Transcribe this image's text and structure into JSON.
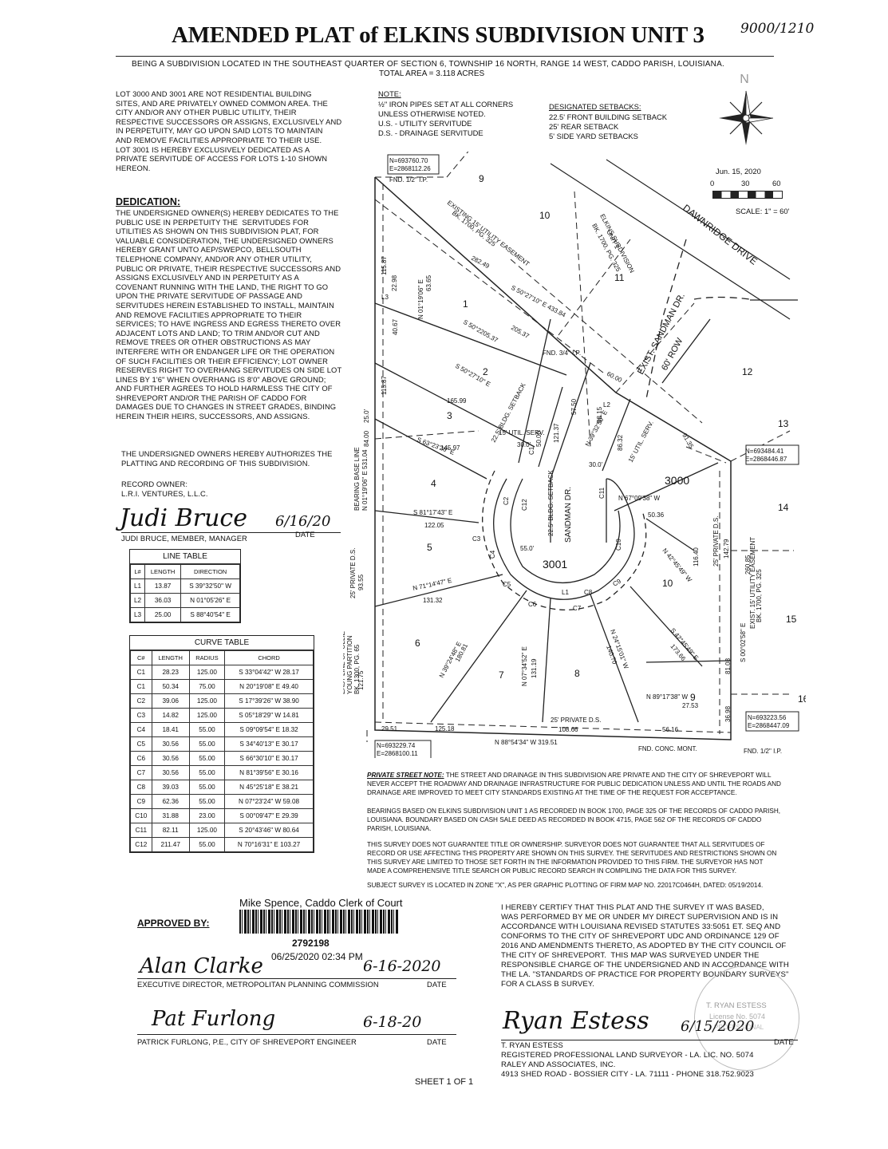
{
  "header": {
    "title": "AMENDED PLAT of ELKINS SUBDIVISION UNIT 3",
    "handwritten_ref": "9000/1210",
    "subtitle": "BEING A SUBDIVISION LOCATED IN THE SOUTHEAST QUARTER OF SECTION 6, TOWNSHIP 16 NORTH, RANGE 14 WEST, CADDO PARISH, LOUISIANA.",
    "total_area": "TOTAL AREA = 3.118 ACRES"
  },
  "lot_note": "LOT 3000 AND 3001 ARE NOT RESIDENTIAL BUILDING\nSITES, AND ARE PRIVATELY OWNED COMMON AREA. THE\nCITY AND/OR ANY OTHER PUBLIC UTILITY, THEIR\nRESPECTIVE SUCCESSORS OR ASSIGNS, EXCLUSIVELY AND\nIN PERPETUITY, MAY GO UPON SAID LOTS TO MAINTAIN\nAND REMOVE FACILITIES APPROPRIATE TO THEIR USE.\nLOT 3001 IS HEREBY EXCLUSIVELY DEDICATED AS A\nPRIVATE SERVITUDE OF ACCESS FOR LOTS 1-10 SHOWN\nHEREON.",
  "dedication": {
    "heading": "DEDICATION:",
    "body": "THE UNDERSIGNED OWNER(S) HEREBY DEDICATES TO THE\nPUBLIC USE IN PERPETUITY THE  SERVITUDES FOR\nUTILITIES AS SHOWN ON THIS SUBDIVISION PLAT, FOR\nVALUABLE CONSIDERATION, THE UNDERSIGNED OWNERS\nHEREBY GRANT UNTO AEP/SWEPCO, BELLSOUTH\nTELEPHONE COMPANY, AND/OR ANY OTHER UTILITY,\nPUBLIC OR PRIVATE, THEIR RESPECTIVE SUCCESSORS AND\nASSIGNS EXCLUSIVELY AND IN PERPETUITY AS A\nCOVENANT RUNNING WITH THE LAND, THE RIGHT TO GO\nUPON THE PRIVATE SERVITUDE OF PASSAGE AND\nSERVITUDES HEREIN ESTABLISHED TO INSTALL, MAINTAIN\nAND REMOVE FACILITIES APPROPRIATE TO THEIR\nSERVICES; TO HAVE INGRESS AND EGRESS THERETO OVER\nADJACENT LOTS AND LAND; TO TRIM AND/OR CUT AND\nREMOVE TREES OR OTHER OBSTRUCTIONS AS MAY\nINTERFERE WITH OR ENDANGER LIFE OR THE OPERATION\nOF SUCH FACILITIES OR THEIR EFFICIENCY; LOT OWNER\nRESERVES RIGHT TO OVERHANG SERVITUDES ON SIDE LOT\nLINES BY 1'6\" WHEN OVERHANG IS 8'0\" ABOVE GROUND;\nAND FURTHER AGREES TO HOLD HARMLESS THE CITY OF\nSHREVEPORT AND/OR THE PARISH OF CADDO FOR\nDAMAGES DUE TO CHANGES IN STREET GRADES, BINDING\nHEREIN THEIR HEIRS, SUCCESSORS, AND ASSIGNS.",
    "authorize": "THE UNDERSIGNED OWNERS HEREBY AUTHORIZES THE\nPLATTING AND RECORDING OF THIS SUBDIVISION.",
    "record_owner": "RECORD OWNER:\nL.R.I. VENTURES, L.L.C.",
    "signature": "Judi Bruce",
    "sig_date": "6/16/20",
    "signer": "JUDI BRUCE, MEMBER, MANAGER",
    "date_label": "DATE"
  },
  "note": {
    "heading": "NOTE:",
    "body": "½\" IRON PIPES SET AT ALL CORNERS\nUNLESS OTHERWISE NOTED.\nU.S. - UTILITY SERVITUDE\nD.S. - DRAINAGE SERVITUDE"
  },
  "setbacks": {
    "heading": "DESIGNATED SETBACKS:",
    "body": "22.5' FRONT BUILDING SETBACK\n25' REAR SETBACK\n5' SIDE YARD SETBACKS"
  },
  "compass": {
    "north": "N"
  },
  "scale": {
    "date": "Jun. 15, 2020",
    "ticks": [
      "0",
      "30",
      "60"
    ],
    "label": "SCALE: 1\" = 60'"
  },
  "line_table": {
    "caption": "LINE TABLE",
    "headers": [
      "L#",
      "LENGTH",
      "DIRECTION"
    ],
    "rows": [
      [
        "L1",
        "13.87",
        "S 39°32'50\" W"
      ],
      [
        "L2",
        "36.03",
        "N 01°05'26\" E"
      ],
      [
        "L3",
        "25.00",
        "S 88°40'54\" E"
      ]
    ]
  },
  "curve_table": {
    "caption": "CURVE TABLE",
    "headers": [
      "C#",
      "LENGTH",
      "RADIUS",
      "CHORD"
    ],
    "rows": [
      [
        "C1",
        "28.23",
        "125.00",
        "S 33°04'42\" W 28.17"
      ],
      [
        "C1",
        "50.34",
        "75.00",
        "N 20°19'08\" E 49.40"
      ],
      [
        "C2",
        "39.06",
        "125.00",
        "S 17°39'26\" W 38.90"
      ],
      [
        "C3",
        "14.82",
        "125.00",
        "S 05°18'29\" W 14.81"
      ],
      [
        "C4",
        "18.41",
        "55.00",
        "S 09°09'54\" E 18.32"
      ],
      [
        "C5",
        "30.56",
        "55.00",
        "S 34°40'13\" E 30.17"
      ],
      [
        "C6",
        "30.56",
        "55.00",
        "S 66°30'10\" E 30.17"
      ],
      [
        "C7",
        "30.56",
        "55.00",
        "N 81°39'56\" E 30.16"
      ],
      [
        "C8",
        "39.03",
        "55.00",
        "N 45°25'18\" E 38.21"
      ],
      [
        "C9",
        "62.36",
        "55.00",
        "N 07°23'24\" W 59.08"
      ],
      [
        "C10",
        "31.88",
        "23.00",
        "S 00°09'47\" E 29.39"
      ],
      [
        "C11",
        "82.11",
        "125.00",
        "S 20°43'46\" W 80.64"
      ],
      [
        "C12",
        "211.47",
        "55.00",
        "N 70°16'31\" E 103.27"
      ]
    ]
  },
  "plat": {
    "lots": [
      "1",
      "2",
      "3",
      "4",
      "5",
      "6",
      "7",
      "8",
      "9",
      "10",
      "3000",
      "3001",
      "9",
      "10",
      "11",
      "12",
      "13",
      "14",
      "15",
      "16"
    ],
    "roads": [
      "DAWNRIDGE DRIVE",
      "EXIST. SANDMAN DR.",
      "60' ROW",
      "SANDMAN DR."
    ],
    "labels": [
      "N=693760.70",
      "E=2868112.26",
      "FND. 1/2\" I.P.",
      "EXISTING 15' UTILITY EASEMENT",
      "BK. 1700, PG. 325",
      "ELKINS SUBDIVISION",
      "UNIT 1",
      "BK. 1700, PG. 325",
      "282.49",
      "S 50°27'10\" E 433.84",
      "FND. 3/4\" I.P.",
      "S 50°2205.37",
      "205.37",
      "S 50°27'10\" E",
      "165.99",
      "N 01°19'06\" E",
      "63.65",
      "115.87",
      "22.98",
      "L3",
      "40.67",
      "115.87",
      "22.5' BLDG. SETBACK",
      "57.50",
      "60.00",
      "121.37",
      "N 39°32'50\" E",
      "88.15",
      "50.00",
      "30.0'",
      "30.0'",
      "86.32",
      "15' UTIL. SERV.",
      "91.35",
      "S 63°23'26\" E",
      "145.97",
      "15' UTIL. SERV.",
      "BEARING BASE LINE",
      "N 01°19'06\" E 531.04",
      "84.00",
      "25.0'",
      "S 81°17'43\" E",
      "122.05",
      "N 67°09'38\" W",
      "50.36",
      "N=693484.41",
      "E=2868446.87",
      "55.0'",
      "N 71°14'47\" E",
      "131.32",
      "N 42°45'49\" W",
      "116.40",
      "25' PRIVATE D.S.",
      "142.79",
      "260.85",
      "EXIST. 15' UTILITY EASEMENT",
      "BK. 1700, PG. 325",
      "S 00°02'58\" E",
      "25' PRIVATE D.S.",
      "93.55",
      "121.75",
      "EAST LINE OF OLLIE",
      "YOUNG PARTITION",
      "BK. 1300, PG. 65",
      "N 39°24'48\" E",
      "180.81",
      "N 07°34'52\" E",
      "131.19",
      "N 24°15'01\" W",
      "140.70",
      "S 42°45'49\" E",
      "173.66",
      "N 89°17'38\" W",
      "27.53",
      "81.08",
      "36.98",
      "29.51",
      "125.18",
      "25' PRIVATE D.S.",
      "108.66",
      "56.16",
      "N 88°54'34\" W 319.51",
      "N=693229.74",
      "E=2868100.11",
      "FND. CONC. MONT.",
      "N=693223.56",
      "E=2868447.09",
      "FND. 1/2\" I.P.",
      "C1",
      "C2",
      "C3",
      "C4",
      "C5",
      "C6",
      "C7",
      "C8",
      "C9",
      "C10",
      "C11",
      "C12",
      "L1",
      "L2",
      "22.5' BLDG. SETBACK"
    ]
  },
  "private_street": {
    "heading": "PRIVATE STREET NOTE:",
    "body": " THE STREET AND DRAINAGE IN THIS SUBDIVISION ARE PRIVATE AND THE CITY OF SHREVEPORT WILL\nNEVER ACCEPT THE ROADWAY AND DRAINAGE INFRASTRUCTURE FOR PUBLIC DEDICATION UNLESS AND UNTIL THE ROADS AND\nDRAINAGE ARE IMPROVED TO MEET CITY STANDARDS EXISTING AT THE TIME OF THE REQUEST FOR ACCEPTANCE."
  },
  "bearings_note": "BEARINGS BASED ON ELKINS SUBDIVISION UNIT 1 AS RECORDED IN BOOK 1700, PAGE 325 OF THE RECORDS OF CADDO PARISH,\nLOUISIANA. BOUNDARY BASED ON CASH SALE DEED AS RECORDED IN BOOK 4715, PAGE 562 OF THE RECORDS OF CADDO\nPARISH, LOUISIANA.",
  "survey_note": "THIS SURVEY DOES NOT GUARANTEE TITLE OR OWNERSHIP. SURVEYOR DOES NOT GUARANTEE THAT ALL SERVITUDES OF\nRECORD OR USE AFFECTING THIS PROPERTY ARE SHOWN ON THIS SURVEY. THE SERVITUDES AND RESTRICTIONS SHOWN ON\nTHIS SURVEY ARE LIMITED TO THOSE SET FORTH IN THE INFORMATION PROVIDED TO THIS FIRM. THE SURVEYOR HAS NOT\nMADE A COMPREHENSIVE TITLE SEARCH OR PUBLIC RECORD SEARCH IN COMPILING THE DATA FOR THIS SURVEY.",
  "zone_note": "SUBJECT SURVEY IS LOCATED IN ZONE \"X\", AS PER GRAPHIC PLOTTING OF FIRM MAP NO. 22017C0464H, DATED: 05/19/2014.",
  "clerk": {
    "name": "Mike Spence, Caddo Clerk of Court",
    "number": "2792198",
    "datetime": "06/25/2020 02:34 PM"
  },
  "approval": {
    "label": "APPROVED BY:",
    "sig1": "Alan Clarke",
    "date1": "6-16-2020",
    "title1": "EXECUTIVE DIRECTOR, METROPOLITAN PLANNING COMMISSION",
    "sig2": "Pat Furlong",
    "date2": "6-18-20",
    "title2": "PATRICK FURLONG, P.E., CITY OF SHREVEPORT ENGINEER",
    "date_label": "DATE"
  },
  "certify": {
    "body": "I HEREBY CERTIFY THAT THIS PLAT AND THE SURVEY IT WAS BASED,\nWAS PERFORMED BY ME OR UNDER MY DIRECT SUPERVISION AND IS IN\nACCORDANCE WITH LOUISIANA REVISED STATUTES 33:5051 ET. SEQ AND\nCONFORMS TO THE CITY OF SHREVEPORT UDC AND ORDINANCE 129 OF\n2016 AND AMENDMENTS THERETO, AS ADOPTED BY THE CITY COUNCIL OF\nTHE CITY OF SHREVEPORT.  THIS MAP WAS SURVEYED UNDER THE\nRESPONSIBLE CHARGE OF THE UNDERSIGNED AND IN ACCORDANCE WITH\nTHE LA. \"STANDARDS OF PRACTICE FOR PROPERTY BOUNDARY SURVEYS\"\nFOR A CLASS B SURVEY.",
    "sig": "Ryan Estess",
    "sig_date": "6/15/2020",
    "date_label": "DATE",
    "surveyor": "T. RYAN ESTESS\nREGISTERED PROFESSIONAL LAND SURVEYOR - LA. LIC. NO. 5074\nRALEY AND ASSOCIATES, INC.\n4913 SHED ROAD - BOSSIER CITY - LA. 71111 - PHONE 318.752.9023",
    "seal": [
      "T. RYAN ESTESS",
      "License No. 5074",
      "PROFESSIONAL"
    ]
  },
  "sheet": "SHEET 1 OF 1"
}
